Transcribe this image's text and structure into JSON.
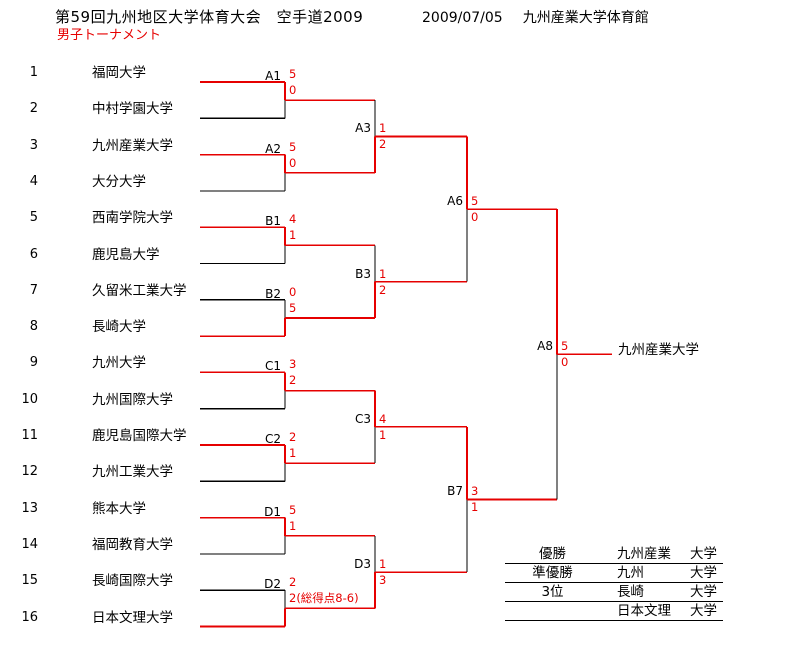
{
  "header": {
    "title": "第59回九州地区大学体育大会　空手道2009",
    "date": "2009/07/05",
    "venue": "九州産業大学体育館",
    "subtitle": "男子トーナメント"
  },
  "colors": {
    "line": "#000000",
    "winner_path": "#e60000",
    "accent": "#e60000"
  },
  "bracket": {
    "seeds": [
      "1",
      "2",
      "3",
      "4",
      "5",
      "6",
      "7",
      "8",
      "9",
      "10",
      "11",
      "12",
      "13",
      "14",
      "15",
      "16"
    ],
    "teams": [
      "福岡大学",
      "中村学園大学",
      "九州産業大学",
      "大分大学",
      "西南学院大学",
      "鹿児島大学",
      "久留米工業大学",
      "長崎大学",
      "九州大学",
      "九州国際大学",
      "鹿児島国際大学",
      "九州工業大学",
      "熊本大学",
      "福岡教育大学",
      "長崎国際大学",
      "日本文理大学"
    ],
    "rounds": [
      {
        "name": "round-1",
        "matches": [
          {
            "label": "A1",
            "score_top": "5",
            "score_bottom": "0",
            "winner": "top"
          },
          {
            "label": "A2",
            "score_top": "5",
            "score_bottom": "0",
            "winner": "top"
          },
          {
            "label": "B1",
            "score_top": "4",
            "score_bottom": "1",
            "winner": "top"
          },
          {
            "label": "B2",
            "score_top": "0",
            "score_bottom": "5",
            "winner": "bottom"
          },
          {
            "label": "C1",
            "score_top": "3",
            "score_bottom": "2",
            "winner": "top"
          },
          {
            "label": "C2",
            "score_top": "2",
            "score_bottom": "1",
            "winner": "top"
          },
          {
            "label": "D1",
            "score_top": "5",
            "score_bottom": "1",
            "winner": "top"
          },
          {
            "label": "D2",
            "score_top": "2",
            "score_bottom": "2(総得点8-6)",
            "winner": "bottom"
          }
        ]
      },
      {
        "name": "round-2",
        "matches": [
          {
            "label": "A3",
            "score_top": "1",
            "score_bottom": "2",
            "winner": "bottom"
          },
          {
            "label": "B3",
            "score_top": "1",
            "score_bottom": "2",
            "winner": "bottom"
          },
          {
            "label": "C3",
            "score_top": "4",
            "score_bottom": "1",
            "winner": "top"
          },
          {
            "label": "D3",
            "score_top": "1",
            "score_bottom": "3",
            "winner": "bottom"
          }
        ]
      },
      {
        "name": "semifinals",
        "matches": [
          {
            "label": "A6",
            "score_top": "5",
            "score_bottom": "0",
            "winner": "top"
          },
          {
            "label": "B7",
            "score_top": "3",
            "score_bottom": "1",
            "winner": "top"
          }
        ]
      },
      {
        "name": "final",
        "matches": [
          {
            "label": "A8",
            "score_top": "5",
            "score_bottom": "0",
            "winner": "top"
          }
        ]
      }
    ],
    "champion": "九州産業大学"
  },
  "results_table": {
    "rows": [
      {
        "rank": "優勝",
        "team": "九州産業",
        "suffix": "大学"
      },
      {
        "rank": "準優勝",
        "team": "九州",
        "suffix": "大学"
      },
      {
        "rank": "3位",
        "team": "長崎",
        "suffix": "大学"
      },
      {
        "rank": "",
        "team": "日本文理",
        "suffix": "大学"
      }
    ]
  }
}
